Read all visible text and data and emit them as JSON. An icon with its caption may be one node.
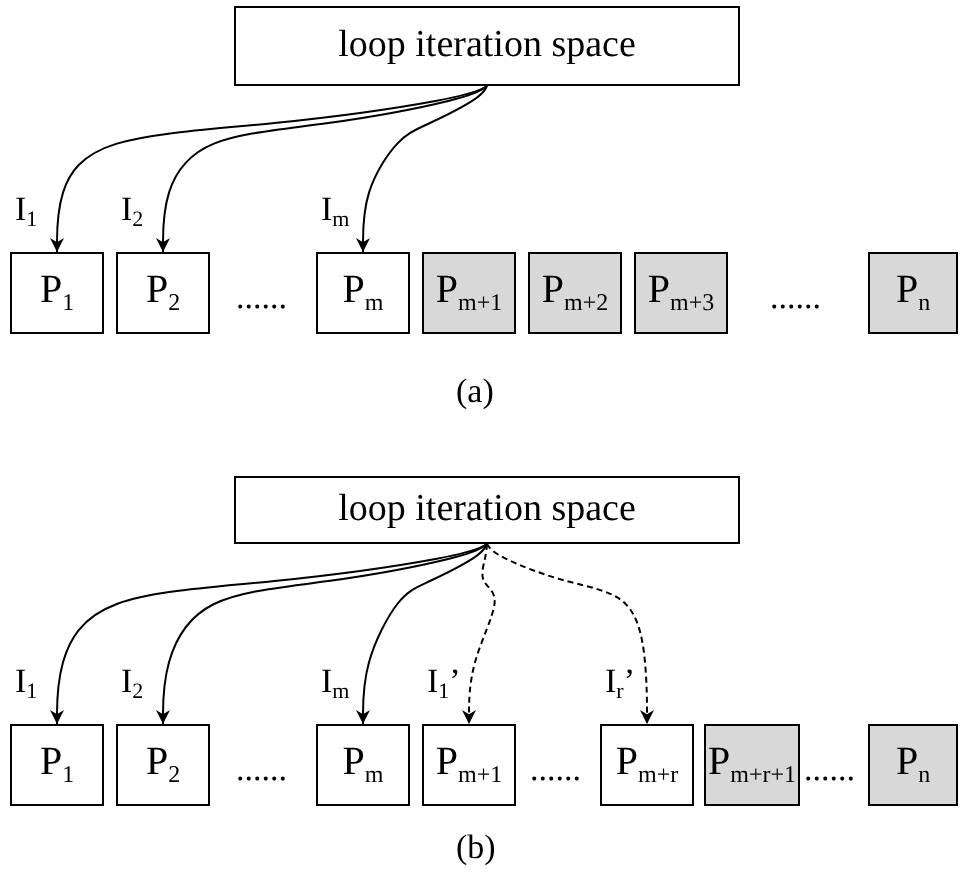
{
  "diagram": {
    "nodes": [
      {
        "text": [
          "loop iteration space"
        ]
      },
      {
        "text": [
          "P$_{1}$"
        ]
      },
      {
        "text": [
          "P$_{2}$"
        ]
      },
      {
        "text": [
          "P$_{m}$"
        ]
      },
      {
        "text": [
          "P$_{m+1}$"
        ]
      },
      {
        "text": [
          "P$_{m+2}$"
        ]
      },
      {
        "text": [
          "P$_{m+3}$"
        ]
      },
      {
        "text": [
          "P$_{n}$"
        ]
      },
      {
        "text": [
          "loop iteration space"
        ]
      },
      {
        "text": [
          "P$_{1}$"
        ]
      },
      {
        "text": [
          "P$_{2}$"
        ]
      },
      {
        "text": [
          "P$_{m}$"
        ]
      },
      {
        "text": [
          "P$_{m+1}$"
        ]
      },
      {
        "text": [
          "P$_{m+r}$"
        ]
      },
      {
        "text": [
          "P$_{m+r+1}$"
        ]
      },
      {
        "text": [
          "P$_{n}$"
        ]
      }
    ],
    "edges": [
      {
        "from": 0,
        "to": 1,
        "arrow": "to",
        "label": "I$_{1}$"
      },
      {
        "from": 0,
        "to": 2,
        "arrow": "to",
        "label": "I$_{2}$"
      },
      {
        "from": 0,
        "to": 3,
        "arrow": "to",
        "label": "I$_{m}$"
      },
      {
        "from": 8,
        "to": 9,
        "arrow": "to",
        "label": "I$_{1}$"
      },
      {
        "from": 8,
        "to": 10,
        "arrow": "to",
        "label": "I$_{2}$"
      },
      {
        "from": 8,
        "to": 11,
        "arrow": "to",
        "label": "I$_{m}$"
      },
      {
        "from": 8,
        "to": 12,
        "arrow": "to",
        "label": "I$_{1}$’",
        "style": "dashed"
      },
      {
        "from": 8,
        "to": 13,
        "arrow": "to",
        "label": "I$_{r}$’",
        "style": "dashed"
      }
    ],
    "labels": [
      "......",
      "......",
      "(a)",
      "......",
      "......",
      "......",
      "(b)"
    ]
  }
}
